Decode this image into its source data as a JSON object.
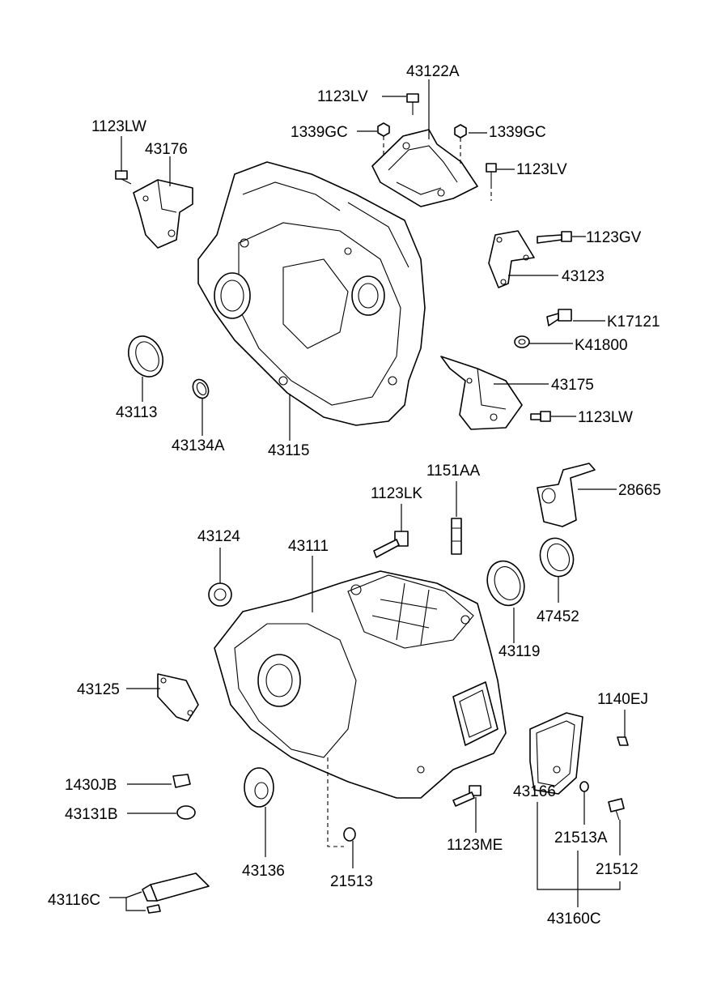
{
  "labels": {
    "p43122A": "43122A",
    "p1123LV_top": "1123LV",
    "p1339GC_left": "1339GC",
    "p1339GC_right": "1339GC",
    "p1123LV_right": "1123LV",
    "p1123LW_top": "1123LW",
    "p43176": "43176",
    "p1123GV": "1123GV",
    "p43123": "43123",
    "pK17121": "K17121",
    "pK41800": "K41800",
    "p43175": "43175",
    "p1123LW_mid": "1123LW",
    "p43113": "43113",
    "p43134A": "43134A",
    "p43115": "43115",
    "p1151AA": "1151AA",
    "p1123LK": "1123LK",
    "p28665": "28665",
    "p43124": "43124",
    "p43111": "43111",
    "p47452": "47452",
    "p43119": "43119",
    "p43125": "43125",
    "p1140EJ": "1140EJ",
    "p1430JB": "1430JB",
    "p43131B": "43131B",
    "p43166": "43166",
    "p43136": "43136",
    "p21513": "21513",
    "p1123ME": "1123ME",
    "p21513A": "21513A",
    "p21512": "21512",
    "p43116C": "43116C",
    "p43160C": "43160C"
  }
}
